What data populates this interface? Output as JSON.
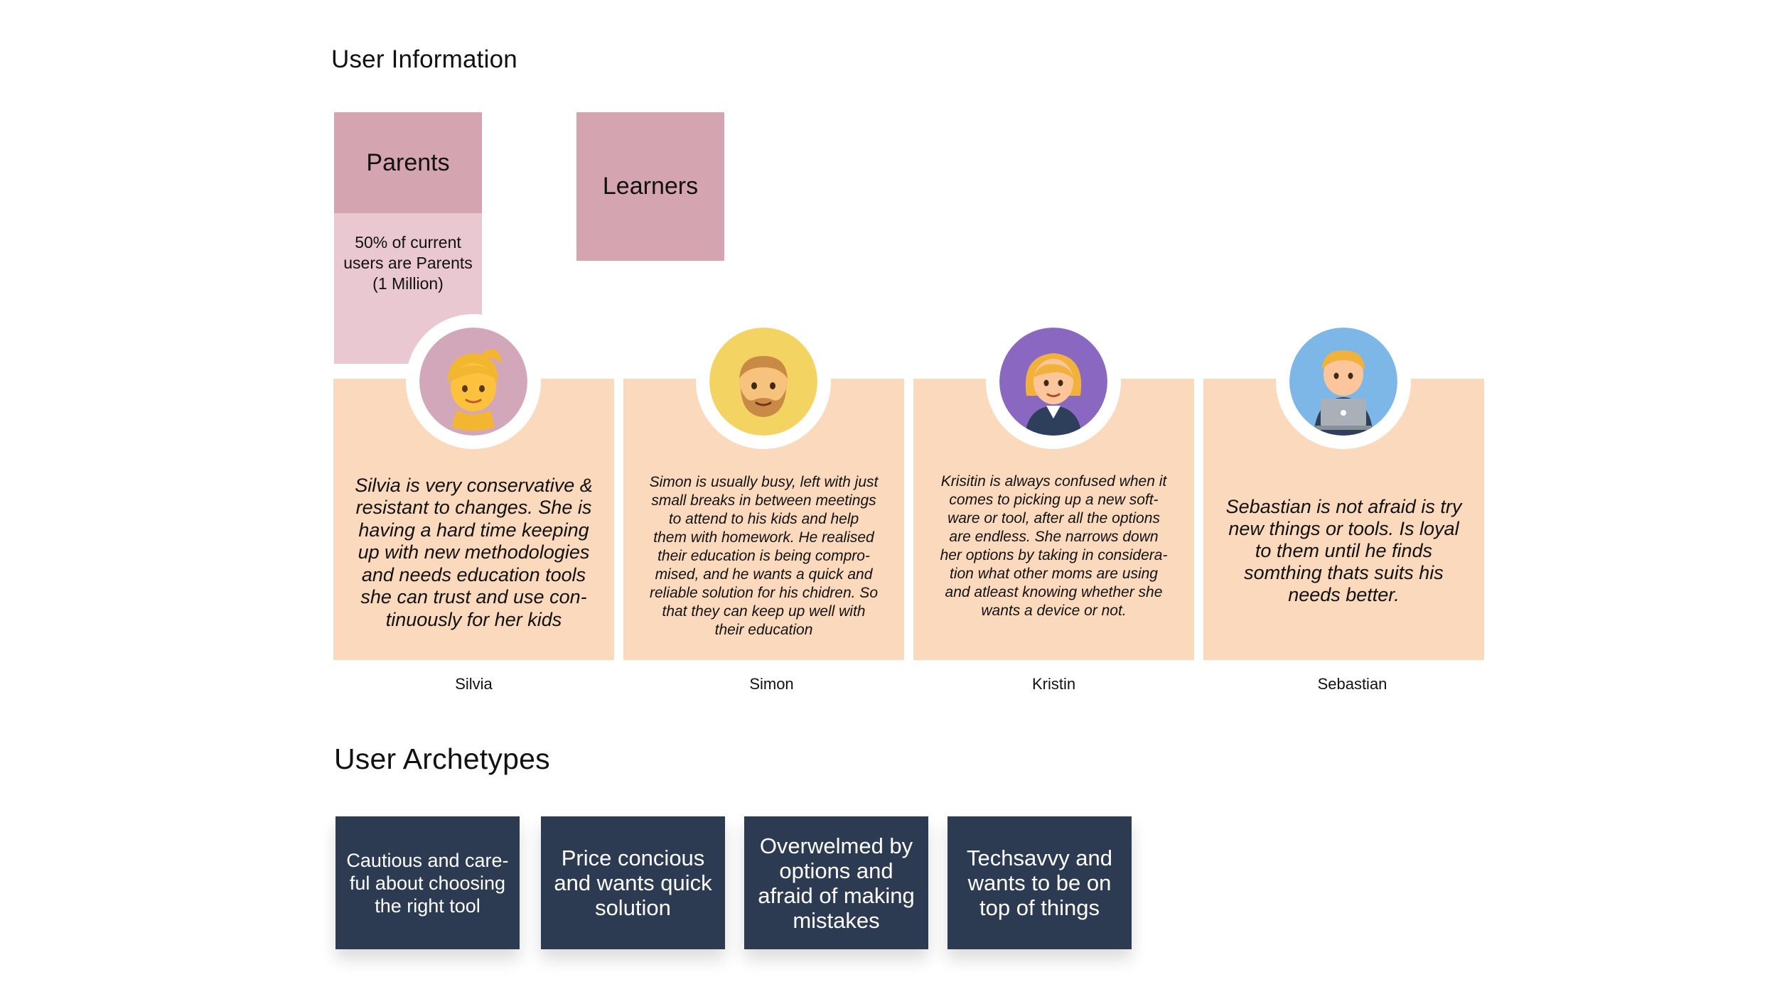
{
  "user_information": {
    "title": "User Information",
    "segments": [
      {
        "name": "Parents",
        "note_lines": [
          "50% of current",
          "users are Parents",
          "(1 Million)"
        ]
      },
      {
        "name": "Learners"
      }
    ]
  },
  "personas": [
    {
      "name": "Silvia",
      "avatar_color": "#d2a7b9",
      "description_lines": [
        "Silvia is very conservative &",
        "resistant to changes. She is",
        "having a hard time keeping",
        "up  with new methodologies",
        "and needs education tools",
        "she  can trust and use con-",
        "tinuously for her kids"
      ]
    },
    {
      "name": "Simon",
      "avatar_color": "#f3d463",
      "description_lines": [
        "Simon is usually busy, left with just",
        "small breaks in between meetings",
        "to attend to his kids and help",
        "them with homework. He realised",
        "their education is being compro-",
        "mised, and he wants a quick and",
        "reliable solution for his chidren. So",
        "that they can keep up well with",
        "their education"
      ]
    },
    {
      "name": "Kristin",
      "avatar_color": "#8a68c2",
      "description_lines": [
        "Krisitin is always confused when it",
        "comes to picking up a new soft-",
        "ware or tool, after all  the options",
        "are endless. She narrows down",
        "her options by taking in considera-",
        "tion what other moms are using",
        "and atleast knowing whether she",
        "wants a device or not."
      ]
    },
    {
      "name": "Sebastian",
      "avatar_color": "#7db7e8",
      "description_lines": [
        "Sebastian is not afraid is try",
        "new things or tools. Is loyal",
        "to them until he finds",
        "somthing  thats  suits his",
        "needs better."
      ]
    }
  ],
  "user_archetypes": {
    "title": "User Archetypes",
    "items": [
      {
        "lines": [
          "Cautious and care-",
          "ful about choosing",
          "the right tool"
        ]
      },
      {
        "lines": [
          "Price concious",
          "and wants quick",
          "solution"
        ]
      },
      {
        "lines": [
          "Overwelmed by",
          "options and",
          "afraid of making",
          "mistakes"
        ]
      },
      {
        "lines": [
          "Techsavvy and",
          "wants to be on",
          "top of things"
        ]
      }
    ]
  },
  "colors": {
    "segment": "#d4a5b0",
    "segment_note": "#eac8d1",
    "card": "#fbd9bd",
    "archetype": "#2c3b51"
  }
}
